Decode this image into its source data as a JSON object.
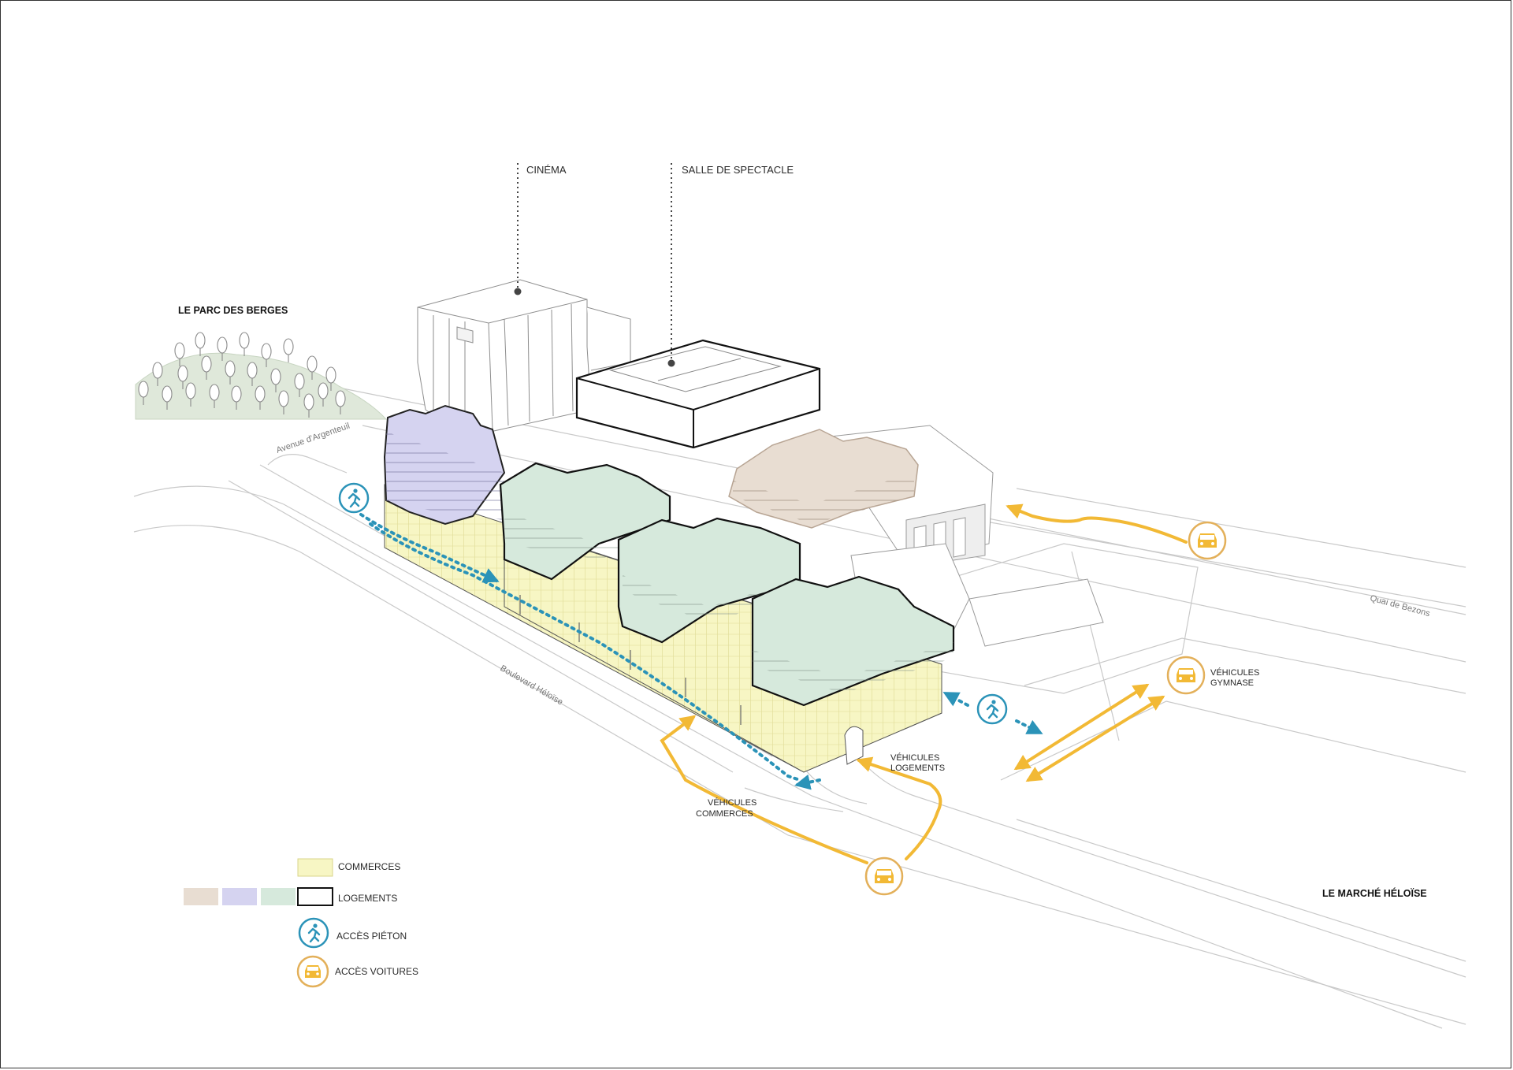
{
  "places": {
    "park": "LE PARC DES BERGES",
    "market": "LE MARCHÉ HÉLOÏSE"
  },
  "buildings": {
    "cinema": "CINÉMA",
    "theatre": "SALLE DE SPECTACLE"
  },
  "streets": {
    "avenue": "Avenue d'Argenteuil",
    "boulevard": "Boulevard Héloïse",
    "quai": "Quai de Bezons"
  },
  "access_labels": {
    "gym_line1": "VÉHICULES",
    "gym_line2": "GYMNASE",
    "housing_line1": "VÉHICULES",
    "housing_line2": "LOGEMENTS",
    "shops_line1": "VÉHICULES",
    "shops_line2": "COMMERCES"
  },
  "legend": {
    "commerces": "COMMERCES",
    "logements": "LOGEMENTS",
    "pedestrian": "ACCÈS PIÉTON",
    "cars": "ACCÈS VOITURES"
  },
  "colors": {
    "commerces": "#f7f6c4",
    "logements_beige": "#e8ddd2",
    "logements_purple": "#d5d3f0",
    "logements_green": "#d6e9dc",
    "park": "#dfe8da",
    "pedestrian": "#2b93b8",
    "cars": "#f2b935",
    "car_icon": "#e3b05a"
  },
  "icons": {
    "pedestrian": "pedestrian-icon",
    "car": "car-icon",
    "tree": "tree-icon"
  }
}
